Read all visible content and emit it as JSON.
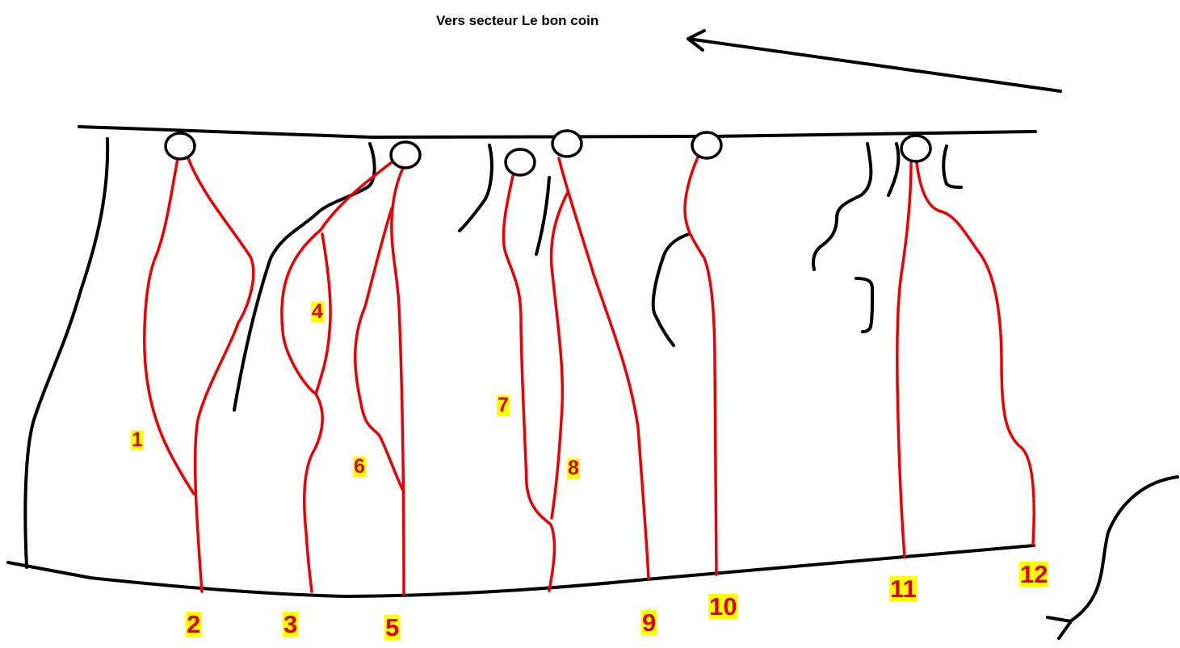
{
  "caption": "Vers secteur Le bon coin",
  "colors": {
    "route": "#ee0000",
    "line": "#000000",
    "label_bg": "#ffff00",
    "label_text": "#e00000"
  },
  "labels": {
    "r1": "1",
    "r2": "2",
    "r3": "3",
    "r4": "4",
    "r5": "5",
    "r6": "6",
    "r7": "7",
    "r8": "8",
    "r9": "9",
    "r10": "10",
    "r11": "11",
    "r12": "12"
  }
}
